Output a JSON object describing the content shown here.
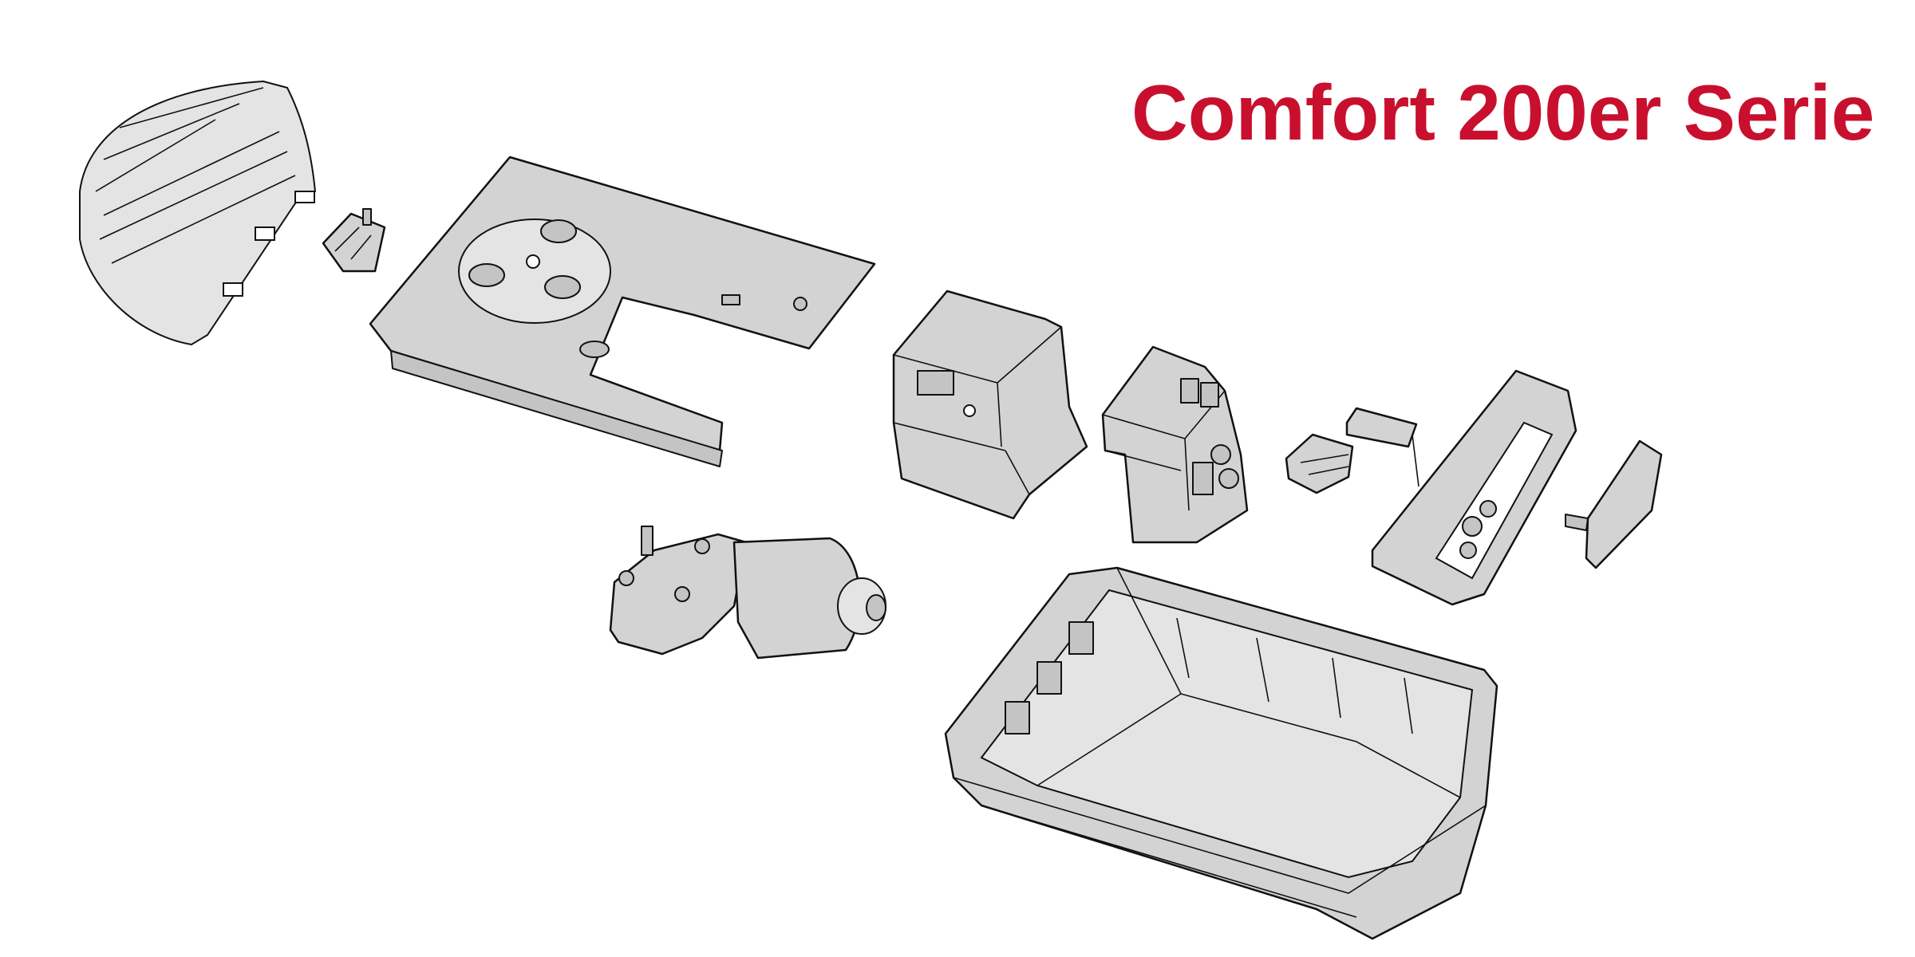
{
  "title": "Comfort 200er Serie",
  "colors": {
    "title": "#c8102e",
    "part_fill": "#d3d3d3",
    "outline": "#111111"
  },
  "parts": [
    "lamp-cover",
    "lamp-socket",
    "base-plate",
    "transformer",
    "control-board",
    "terminal-connector",
    "radio-module",
    "control-panel-bezel",
    "panel-cover",
    "gear-motor",
    "housing"
  ]
}
